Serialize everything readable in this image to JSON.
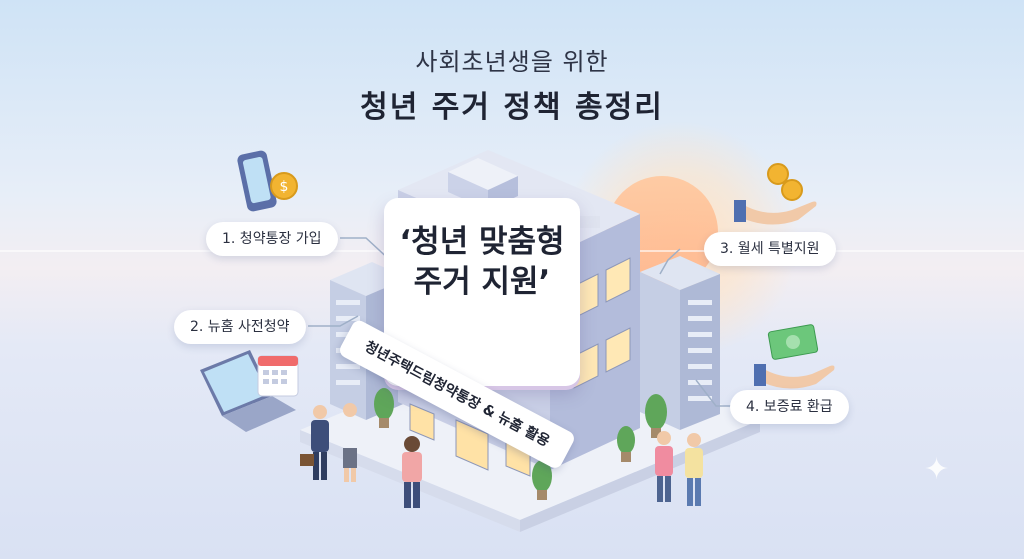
{
  "title": {
    "line1": "사회초년생을 위한",
    "line2": "청년 주거 정책 총정리"
  },
  "sign": {
    "text": "‘청년 맞춤형\n주거 지원’"
  },
  "banner": {
    "text": "청년주택드림청약통장 & 뉴홈 활용"
  },
  "callouts": [
    {
      "label": "1. 청약통장 가입",
      "icon": "smartphone-coin-icon"
    },
    {
      "label": "2. 뉴홈 사전청약",
      "icon": "laptop-calendar-icon"
    },
    {
      "label": "3. 월세 특별지원",
      "icon": "hand-coins-icon"
    },
    {
      "label": "4. 보증료 환급",
      "icon": "hand-cash-icon"
    }
  ],
  "colors": {
    "sky_top": "#cfe3f6",
    "sun": "#ffb48a",
    "building": "#c8cfe6",
    "accent_purple": "#d7c6e6",
    "coin": "#f2b431",
    "cash": "#6cc77b"
  }
}
